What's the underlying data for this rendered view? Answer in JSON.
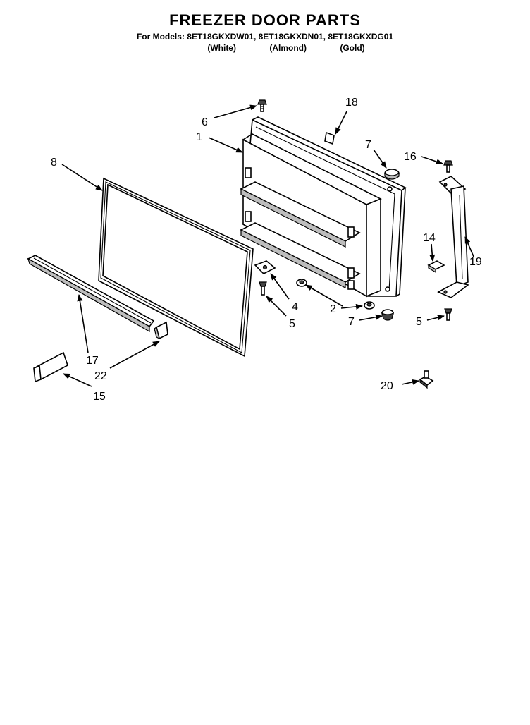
{
  "header": {
    "title": "FREEZER DOOR PARTS",
    "models_line": "For Models: 8ET18GKXDW01, 8ET18GKXDN01, 8ET18GKXDG01",
    "colors": [
      "(White)",
      "(Almond)",
      "(Gold)"
    ]
  },
  "callouts": {
    "c1": "1",
    "c2": "2",
    "c4": "4",
    "c5a": "5",
    "c5b": "5",
    "c6": "6",
    "c7a": "7",
    "c7b": "7",
    "c8": "8",
    "c14": "14",
    "c15": "15",
    "c16": "16",
    "c17": "17",
    "c18": "18",
    "c19": "19",
    "c20": "20",
    "c22": "22"
  }
}
